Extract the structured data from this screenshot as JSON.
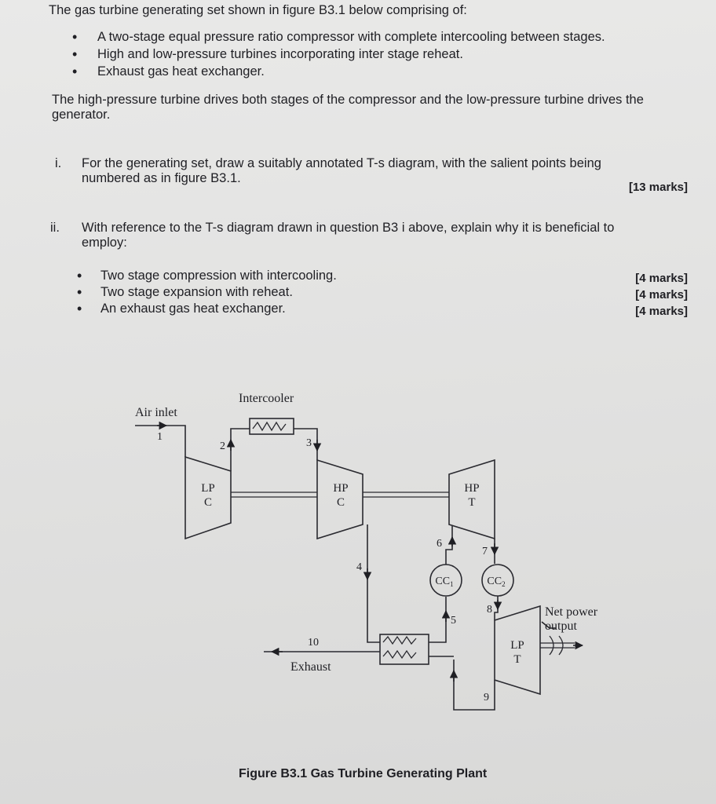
{
  "intro": "The gas turbine generating set shown in figure B3.1 below comprising of:",
  "components": [
    "A two-stage equal pressure ratio compressor with complete intercooling between stages.",
    "High and low-pressure turbines incorporating inter stage reheat.",
    "Exhaust gas heat exchanger."
  ],
  "drive_text": {
    "line1": "The high-pressure turbine drives both stages of the compressor and the low-pressure turbine drives the",
    "line2": "generator."
  },
  "question_i": {
    "number": "i.",
    "line1": "For the generating set, draw a suitably annotated T-s diagram, with the salient points being",
    "line2": "numbered as in figure B3.1.",
    "marks": "[13 marks]"
  },
  "question_ii": {
    "number": "ii.",
    "line1": "With reference to the T-s diagram drawn in question B3 i above, explain why it is beneficial to",
    "line2": "employ:",
    "items": [
      {
        "text": "Two stage compression with intercooling.",
        "marks": "[4 marks]"
      },
      {
        "text": "Two stage expansion with reheat.",
        "marks": "[4 marks]"
      },
      {
        "text": "An exhaust gas heat exchanger.",
        "marks": "[4 marks]"
      }
    ]
  },
  "figure": {
    "caption": "Figure B3.1 Gas Turbine Generating Plant",
    "labels": {
      "intercooler": "Intercooler",
      "air_inlet": "Air inlet",
      "exhaust": "Exhaust",
      "net_power_1": "Net power",
      "net_power_2": "output",
      "lpc_1": "LP",
      "lpc_2": "C",
      "hpc_1": "HP",
      "hpc_2": "C",
      "hpt_1": "HP",
      "hpt_2": "T",
      "lpt_1": "LP",
      "lpt_2": "T",
      "cc1": "CC",
      "cc1_sub": "1",
      "cc2": "CC",
      "cc2_sub": "2"
    },
    "points": {
      "p1": "1",
      "p2": "2",
      "p3": "3",
      "p4": "4",
      "p5": "5",
      "p6": "6",
      "p7": "7",
      "p8": "8",
      "p9": "9",
      "p10": "10"
    }
  }
}
